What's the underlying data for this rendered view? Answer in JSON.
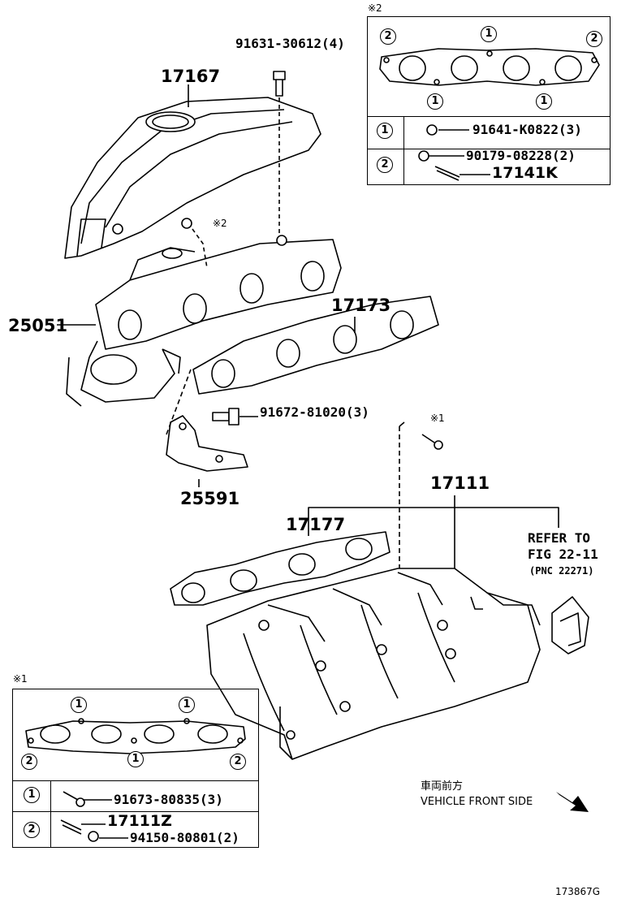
{
  "parts": {
    "heat_insulator": "17167",
    "bolt_insulator": "91631-30612(4)",
    "exhaust_manifold": "25051",
    "manifold_gasket": "17173",
    "stay_bolt": "91672-81020(3)",
    "stay": "25591",
    "intake_manifold": "17111",
    "intake_gasket": "17177"
  },
  "refs": {
    "mark2": "※2",
    "mark1": "※1"
  },
  "refer": {
    "line1": "REFER TO",
    "line2": "FIG 22-11",
    "line3": "(PNC 22271)"
  },
  "panel_top": {
    "mark": "※2",
    "n1": "1",
    "n2": "2",
    "row1_part": "91641-K0822(3)",
    "row2_part_a": "90179-08228(2)",
    "row2_part_b": "17141K"
  },
  "panel_bottom": {
    "mark": "※1",
    "n1": "1",
    "n2": "2",
    "row1_part": "91673-80835(3)",
    "row2_part_a": "17111Z",
    "row2_part_b": "94150-80801(2)"
  },
  "direction": {
    "jp": "車両前方",
    "en": "VEHICLE FRONT SIDE"
  },
  "figure_id": "173867G"
}
